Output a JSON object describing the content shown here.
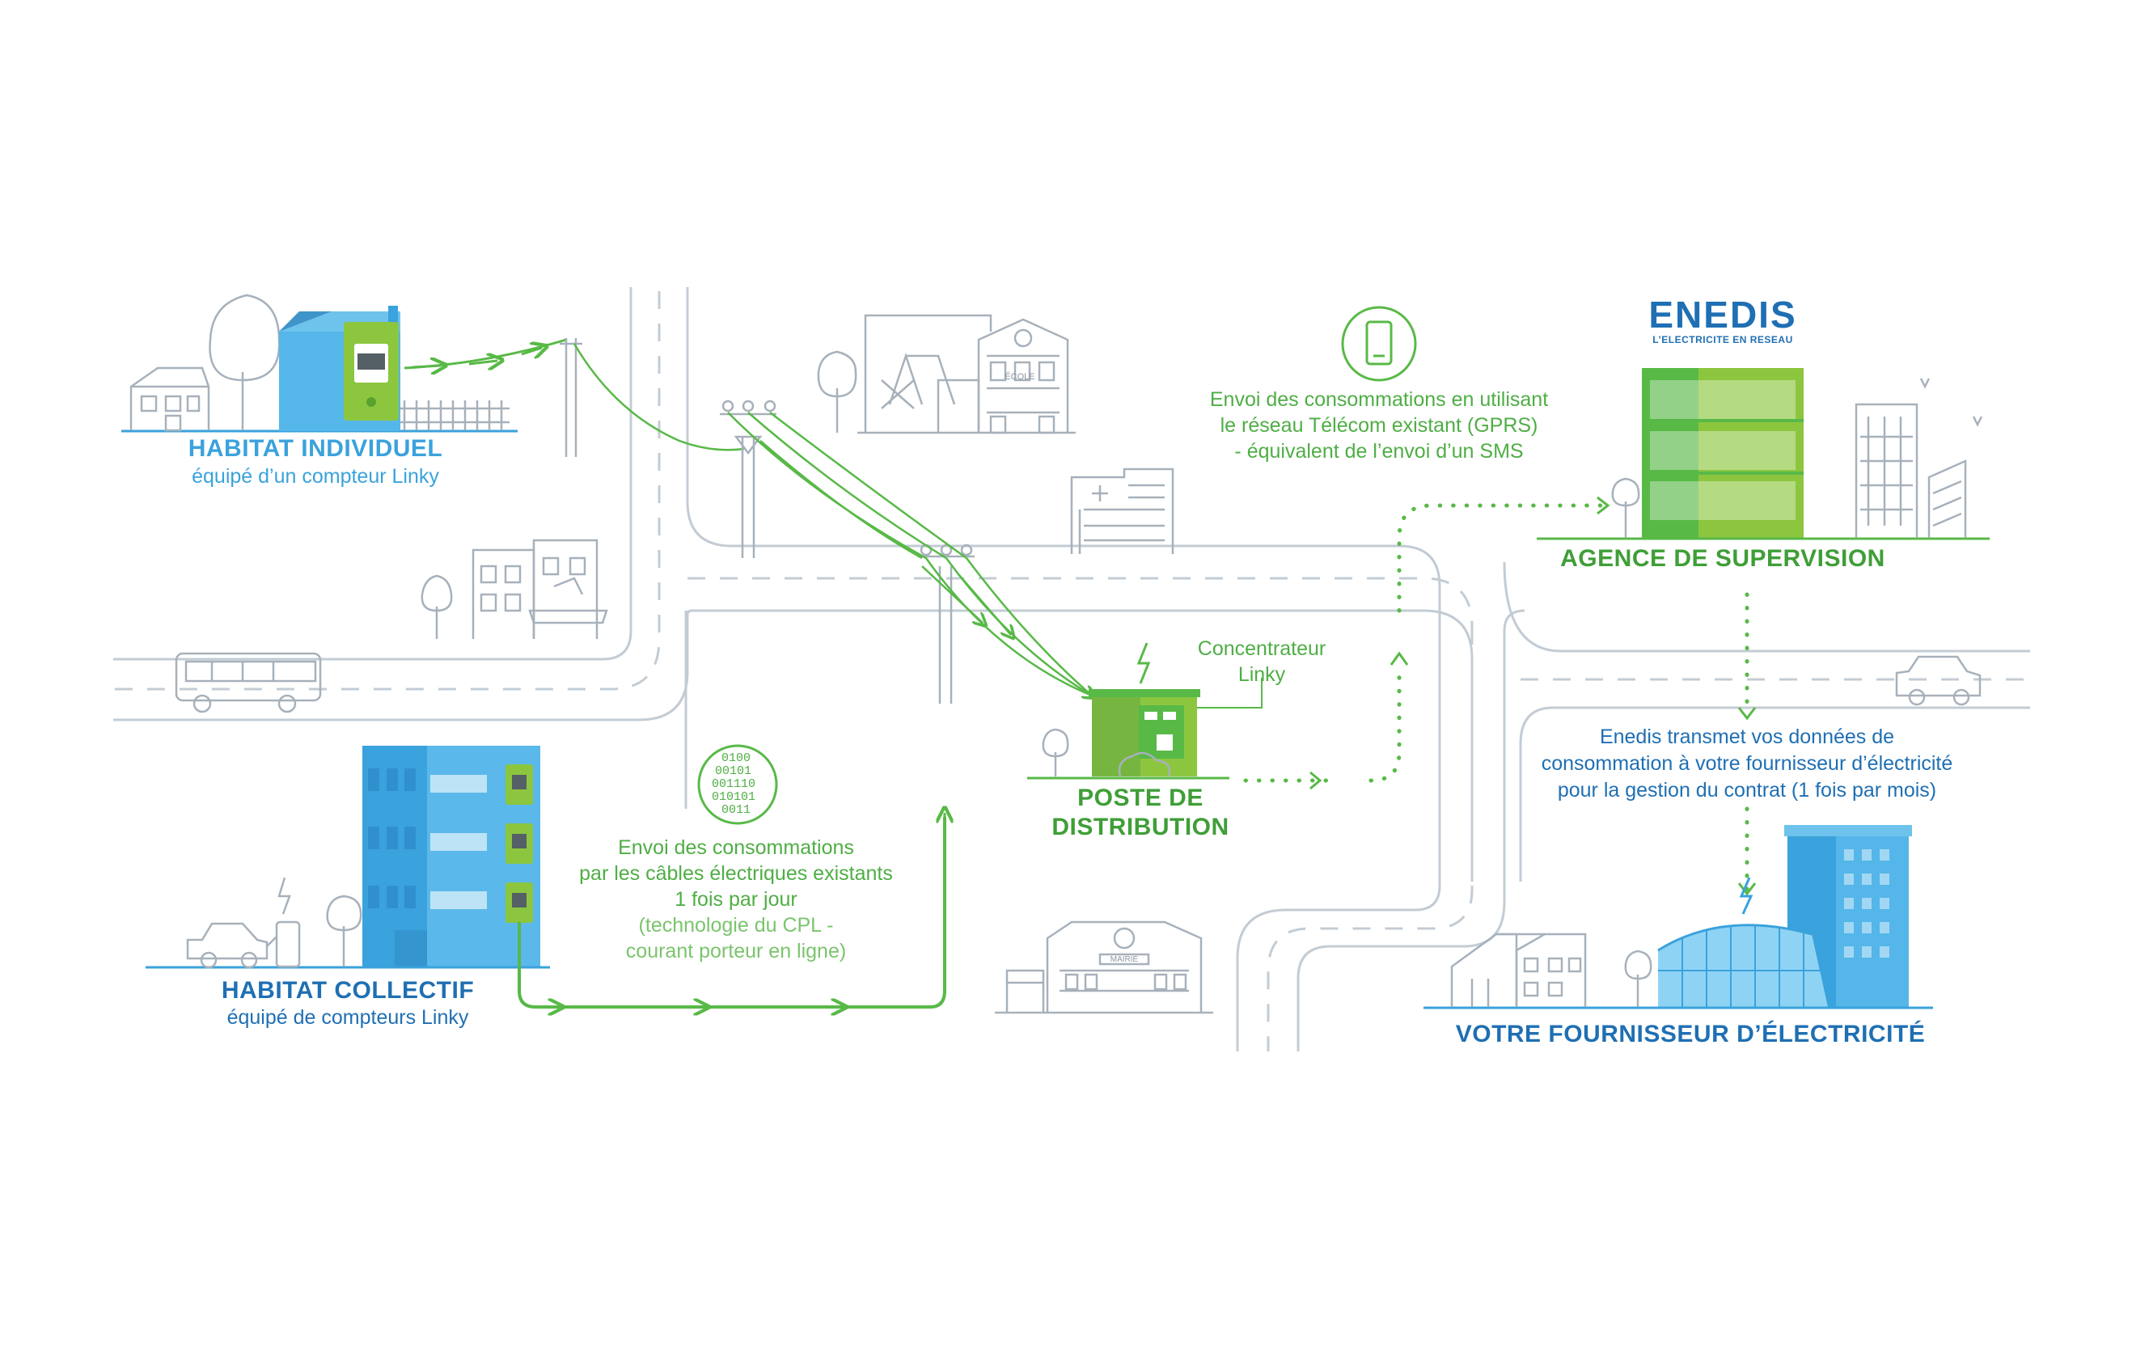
{
  "colors": {
    "green": "#58b947",
    "blue_light": "#3aa2dc",
    "blue_dark": "#1f6fb3",
    "line_gray": "#b9c3cc"
  },
  "habitat_individuel": {
    "title": "HABITAT INDIVIDUEL",
    "subtitle": "équipé d’un compteur Linky"
  },
  "habitat_collectif": {
    "title": "HABITAT COLLECTIF",
    "subtitle": "équipé de compteurs Linky"
  },
  "poste": {
    "title_line1": "POSTE DE",
    "title_line2": "DISTRIBUTION"
  },
  "concentrateur": {
    "line1": "Concentrateur",
    "line2": "Linky"
  },
  "cpl_note": {
    "line1": "Envoi des consommations",
    "line2": "par les câbles  électriques existants",
    "line3": "1 fois par jour",
    "line4": "(technologie du CPL -",
    "line5": "courant porteur en ligne)",
    "binary": [
      "0100",
      "00101",
      "001110",
      "010101",
      "0011"
    ]
  },
  "gprs_note": {
    "line1": "Envoi des consommations en utilisant",
    "line2": "le réseau Télécom existant (GPRS)",
    "line3": "- équivalent de l’envoi d’un SMS"
  },
  "supervision": {
    "title": "AGENCE DE SUPERVISION"
  },
  "enedis": {
    "logo_text": "ENEDIS",
    "tagline": "L’ELECTRICITE EN RESEAU"
  },
  "transmission_note": {
    "line1": "Enedis transmet vos données de",
    "line2": "consommation à votre fournisseur  d’électricité",
    "line3": "pour la gestion du contrat (1 fois par mois)"
  },
  "fournisseur": {
    "title": "VOTRE FOURNISSEUR D’ÉLECTRICITÉ"
  },
  "building_signs": {
    "ecole": "ÉCOLE",
    "mairie": "MAIRIE"
  },
  "icons": [
    "house-icon",
    "apartment-building-icon",
    "power-pole-icon",
    "substation-icon",
    "lightning-icon",
    "binary-data-icon",
    "smartphone-icon",
    "office-building-icon",
    "greenhouse-building-icon",
    "bus-icon",
    "car-icon",
    "tree-icon",
    "school-icon",
    "hospital-icon",
    "town-hall-icon",
    "shop-icon",
    "ev-charger-icon"
  ]
}
